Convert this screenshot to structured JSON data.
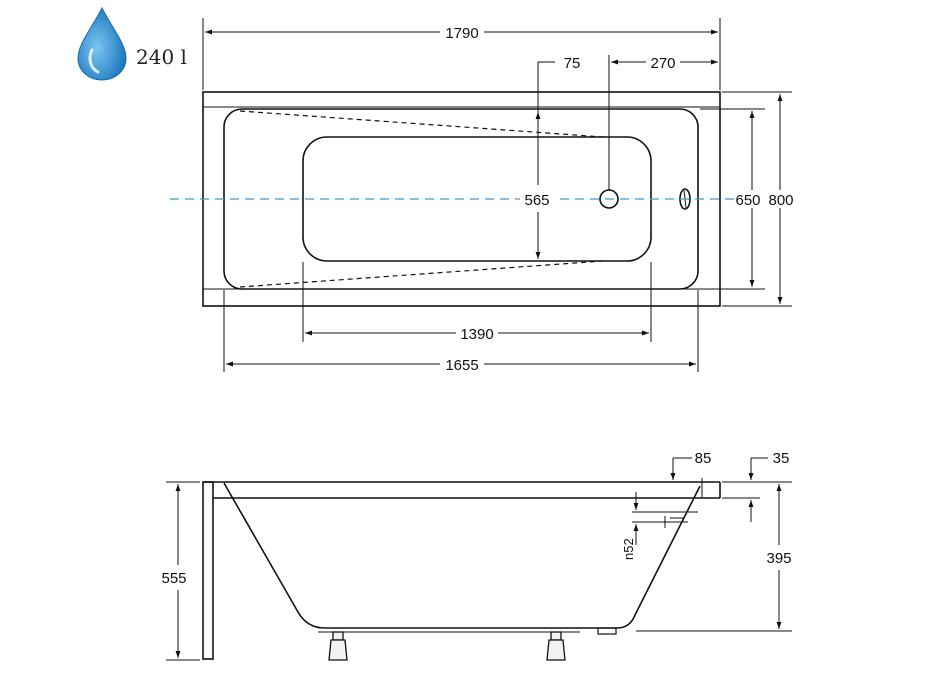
{
  "volume": {
    "label": "240 l",
    "icon": "water-drop-icon",
    "color": "#2f8fd0"
  },
  "top_view": {
    "overall_length": "1790",
    "offset_75": "75",
    "offset_270": "270",
    "inner_depth": "565",
    "inner_width": "650",
    "overall_width": "800",
    "basin_length": "1390",
    "rim_length": "1655"
  },
  "side_view": {
    "total_height": "555",
    "rim_offset_85": "85",
    "rim_height_35": "35",
    "basin_height": "395",
    "overflow_label": "n52"
  },
  "colors": {
    "line": "#111111",
    "axis": "#3a9ad9",
    "drop": "#2f8fd0"
  }
}
